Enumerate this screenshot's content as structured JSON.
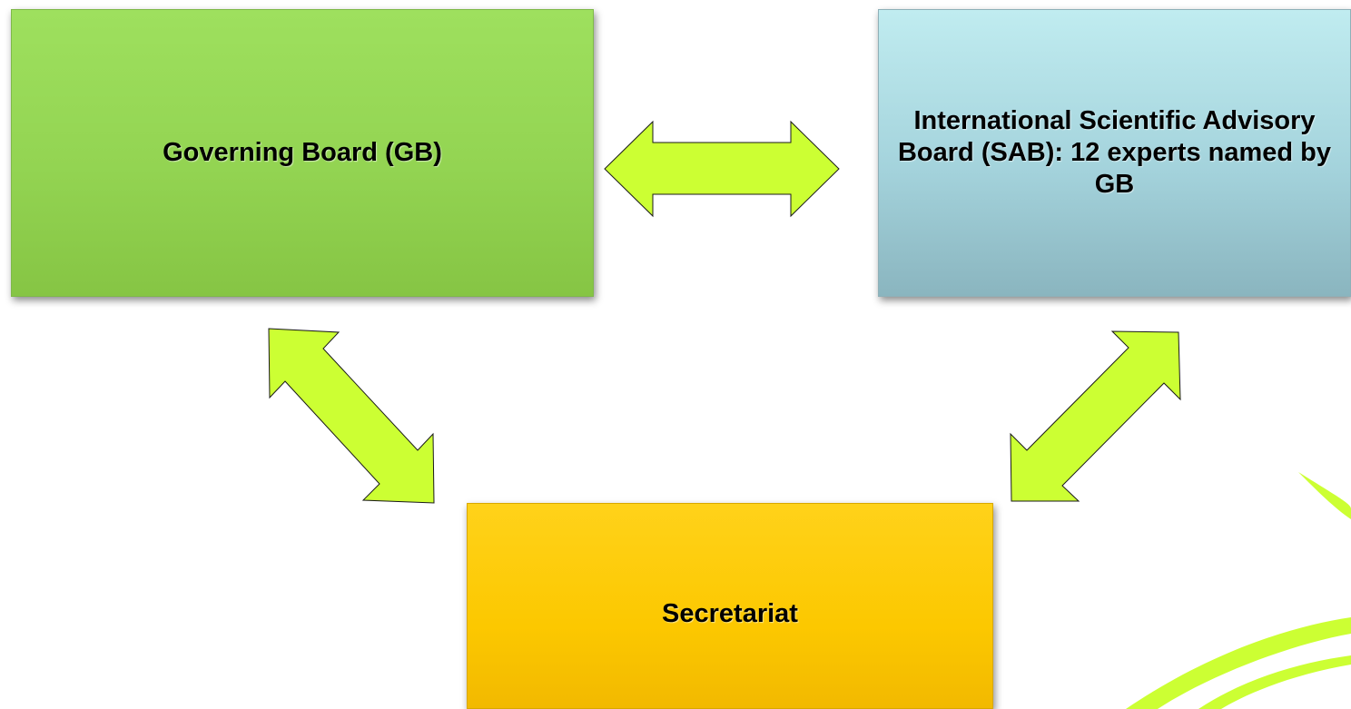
{
  "diagram": {
    "nodes": {
      "governing_board": {
        "label": "Governing Board (GB)"
      },
      "sab": {
        "label": "International Scientific Advisory Board (SAB): 12 experts named by GB"
      },
      "secretariat": {
        "label": "Secretariat"
      }
    },
    "edges": [
      {
        "from": "governing_board",
        "to": "sab",
        "type": "bidirectional"
      },
      {
        "from": "governing_board",
        "to": "secretariat",
        "type": "bidirectional"
      },
      {
        "from": "sab",
        "to": "secretariat",
        "type": "bidirectional"
      }
    ],
    "colors": {
      "governing_board": "#93d452",
      "sab": "#a4d3dc",
      "secretariat": "#fcc800",
      "arrow_fill": "#ccff33",
      "arrow_stroke": "#1a1a1a"
    }
  }
}
